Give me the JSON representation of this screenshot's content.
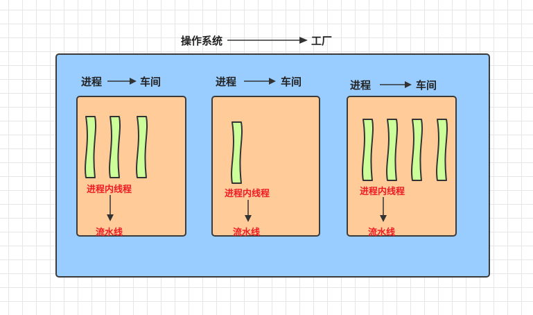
{
  "header": {
    "left": "操作系统",
    "right": "工厂"
  },
  "boxes": [
    {
      "left_label": "进程",
      "right_label": "车间",
      "thread_label": "进程内线程",
      "bottom_label": "流水线",
      "thread_count": 3
    },
    {
      "left_label": "进程",
      "right_label": "车间",
      "thread_label": "进程内线程",
      "bottom_label": "流水线",
      "thread_count": 1
    },
    {
      "left_label": "进程",
      "right_label": "车间",
      "thread_label": "进程内线程",
      "bottom_label": "流水线",
      "thread_count": 4
    }
  ],
  "colors": {
    "outer_fill": "#99ccff",
    "process_fill": "#ffcc99",
    "thread_fill": "#ccff99",
    "label_red": "#ee1c25",
    "border": "#3a3a3a"
  }
}
